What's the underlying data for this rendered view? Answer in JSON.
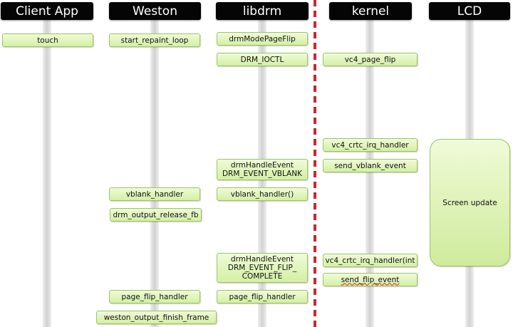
{
  "lanes": [
    {
      "header": "Client App"
    },
    {
      "header": "Weston"
    },
    {
      "header": "libdrm"
    },
    {
      "header": "kernel"
    },
    {
      "header": "LCD"
    }
  ],
  "boxes": {
    "touch": "touch",
    "start_repaint_loop": "start_repaint_loop",
    "drmModePageFlip": "drmModePageFlip",
    "drm_ioctl": "DRM_IOCTL",
    "vc4_page_flip": "vc4_page_flip",
    "vc4_crtc_irq_handler": "vc4_crtc_irq_handler",
    "drmHandleEvent_vblank": "drmHandleEvent\nDRM_EVENT_VBLANK",
    "send_vblank_event": "send_vblank_event",
    "screen_update": "Screen update",
    "weston_vblank_handler": "vblank_handler",
    "libdrm_vblank_handler": "vblank_handler()",
    "drm_output_release_fb": "drm_output_release_fb",
    "drmHandleEvent_flip": "drmHandleEvent\nDRM_EVENT_FLIP_\nCOMPLETE",
    "vc4_crtc_irq_handler_int": "vc4_crtc_irq_handler(int",
    "send_flip_event": "send_flip_event",
    "weston_page_flip_handler": "page_flip_handler",
    "libdrm_page_flip_handler": "page_flip_handler",
    "weston_output_finish_frame": "weston_output_finish_frame"
  },
  "colors": {
    "header_bg": "#050505",
    "box_fill": "#d4efa4",
    "box_border": "#9cc464",
    "divider": "#c8282e"
  }
}
